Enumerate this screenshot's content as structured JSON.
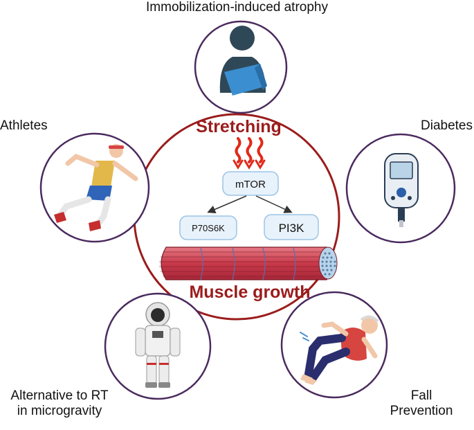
{
  "center": {
    "top_title": "Stretching",
    "bottom_title": "Muscle growth",
    "nodes": {
      "mtor": "mTOR",
      "p70s6k": "P70S6K",
      "pi3k": "PI3K"
    }
  },
  "satellites": {
    "immobilization": "Immobilization-induced atrophy",
    "athletes": "Athletes",
    "diabetes": "Diabetes",
    "microgravity_line1": "Alternative to RT",
    "microgravity_line2": "in microgravity",
    "fall_line1": "Fall",
    "fall_line2": "Prevention"
  },
  "colors": {
    "dark_red": "#9b1c1c",
    "circle_outline": "#4a2a5e",
    "node_fill": "#e8f2fb",
    "node_stroke": "#9cc4e6",
    "heat_red": "#e02a1a",
    "muscle_red": "#c8394a"
  },
  "icons": [
    "arm-sling-person-icon",
    "runner-icon",
    "glucose-meter-icon",
    "astronaut-icon",
    "falling-elderly-person-icon",
    "muscle-fiber-icon",
    "heat-waves-icon"
  ]
}
